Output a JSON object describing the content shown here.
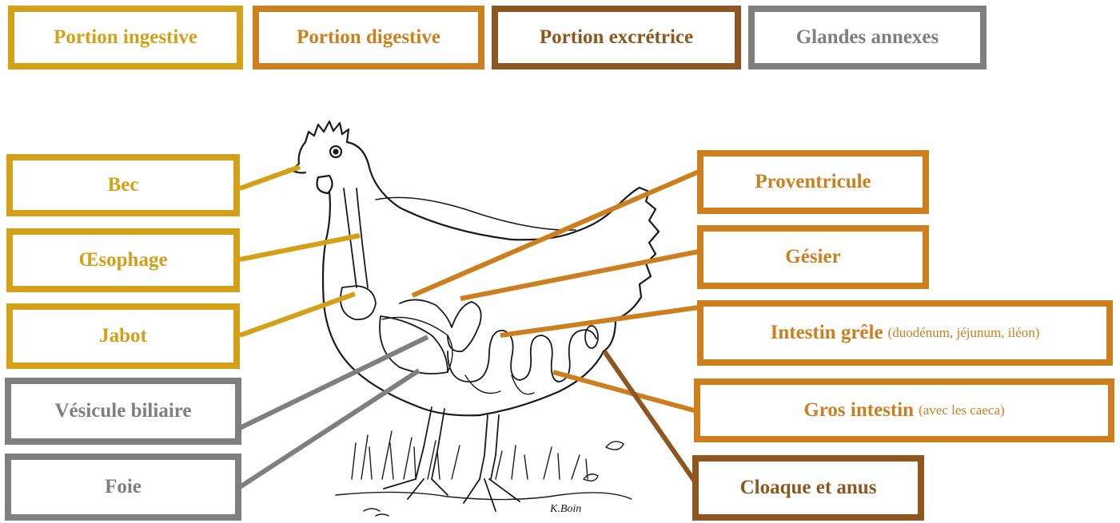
{
  "legend": {
    "ingestive": "Portion ingestive",
    "digestive": "Portion digestive",
    "excretrice": "Portion excrétrice",
    "glandes": "Glandes annexes"
  },
  "labels": {
    "bec": "Bec",
    "oesophage": "Œsophage",
    "jabot": "Jabot",
    "vesicule": "Vésicule biliaire",
    "foie": "Foie",
    "proventricule": "Proventricule",
    "gesier": "Gésier",
    "intestin_grele": "Intestin grêle",
    "intestin_grele_note": "(duodénum, jéjunum, iléon)",
    "gros_intestin": "Gros intestin",
    "gros_intestin_note": "(avec les caeca)",
    "cloaque": "Cloaque et anus"
  },
  "signature": "K.Boin",
  "colors": {
    "ingestive": "#d4a017",
    "digestive": "#cd7f1e",
    "excretrice": "#8f5620",
    "glandes": "#7f7f7f"
  }
}
